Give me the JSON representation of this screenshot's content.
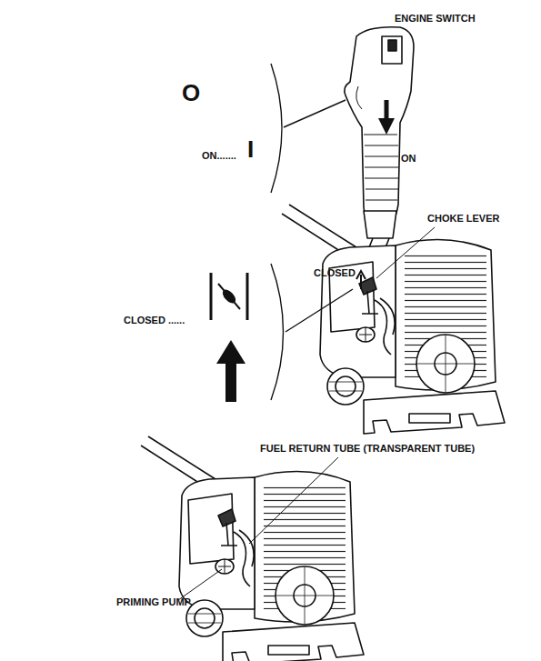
{
  "diagram": {
    "labels": [
      "ENGINE SWITCH",
      "ON",
      "O",
      "ON.......",
      "I",
      "CHOKE LEVER",
      "CLOSED",
      "CLOSED ......",
      "FUEL RETURN TUBE (TRANSPARENT TUBE)",
      "PRIMING PUMP"
    ]
  }
}
